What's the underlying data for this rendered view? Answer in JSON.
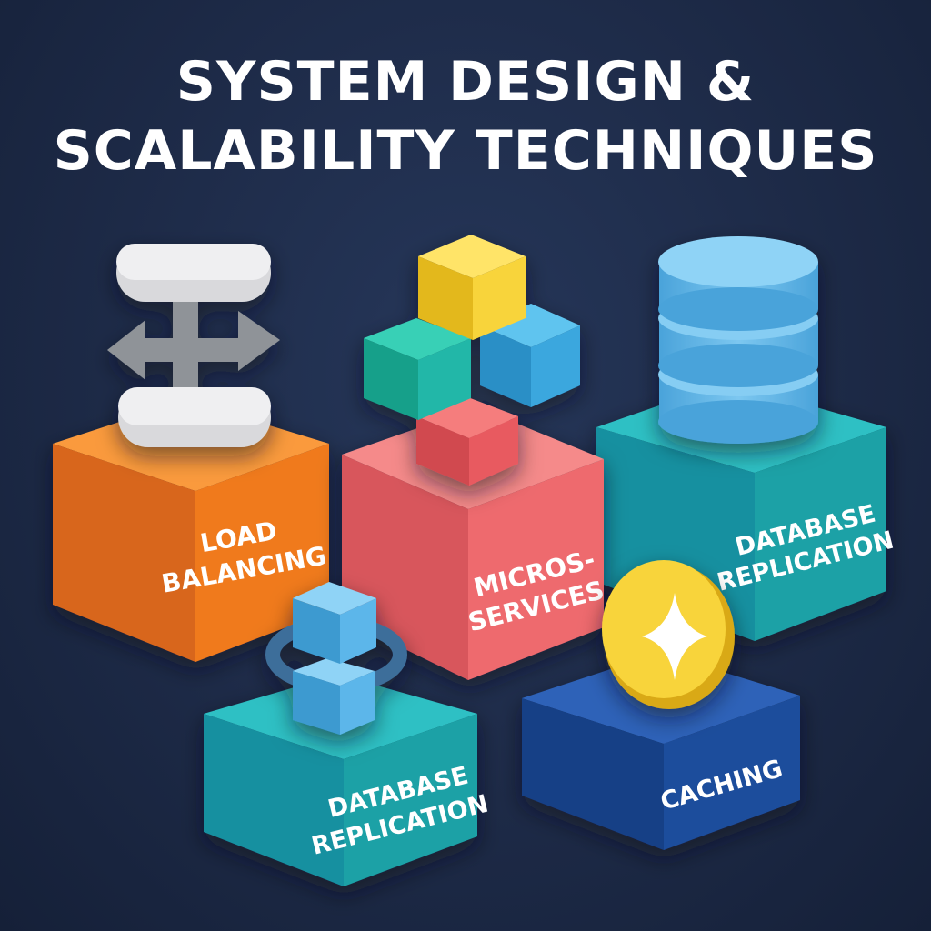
{
  "title": {
    "line1": "SYSTEM DESIGN &",
    "line2": "SCALABILITY TECHNIQUES"
  },
  "blocks": {
    "load_balancing": {
      "line1": "LOAD",
      "line2": "BALANCING",
      "color": "#f07a1f",
      "icon": "load-balancer-icon"
    },
    "microservices": {
      "line1": "MICROS-",
      "line2": "SERVICES",
      "color": "#ee6b6e",
      "icon": "microservices-cubes-icon"
    },
    "database_replication_top": {
      "line1": "DATABASE",
      "line2": "REPLICATION",
      "color": "#1aa1a6",
      "icon": "database-cylinder-icon"
    },
    "database_replication_bottom": {
      "line1": "DATABASE",
      "line2": "REPLICATION",
      "color": "#1aa1a6",
      "icon": "linked-blocks-icon"
    },
    "caching": {
      "line1": "CACHING",
      "color": "#1f4e9c",
      "icon": "star-coin-icon"
    }
  },
  "colors": {
    "background": "#1d2a47",
    "yellow": "#f8d43a",
    "blue": "#5bb6ea",
    "teal": "#23b7a8",
    "gray": "#d9d9dc"
  }
}
